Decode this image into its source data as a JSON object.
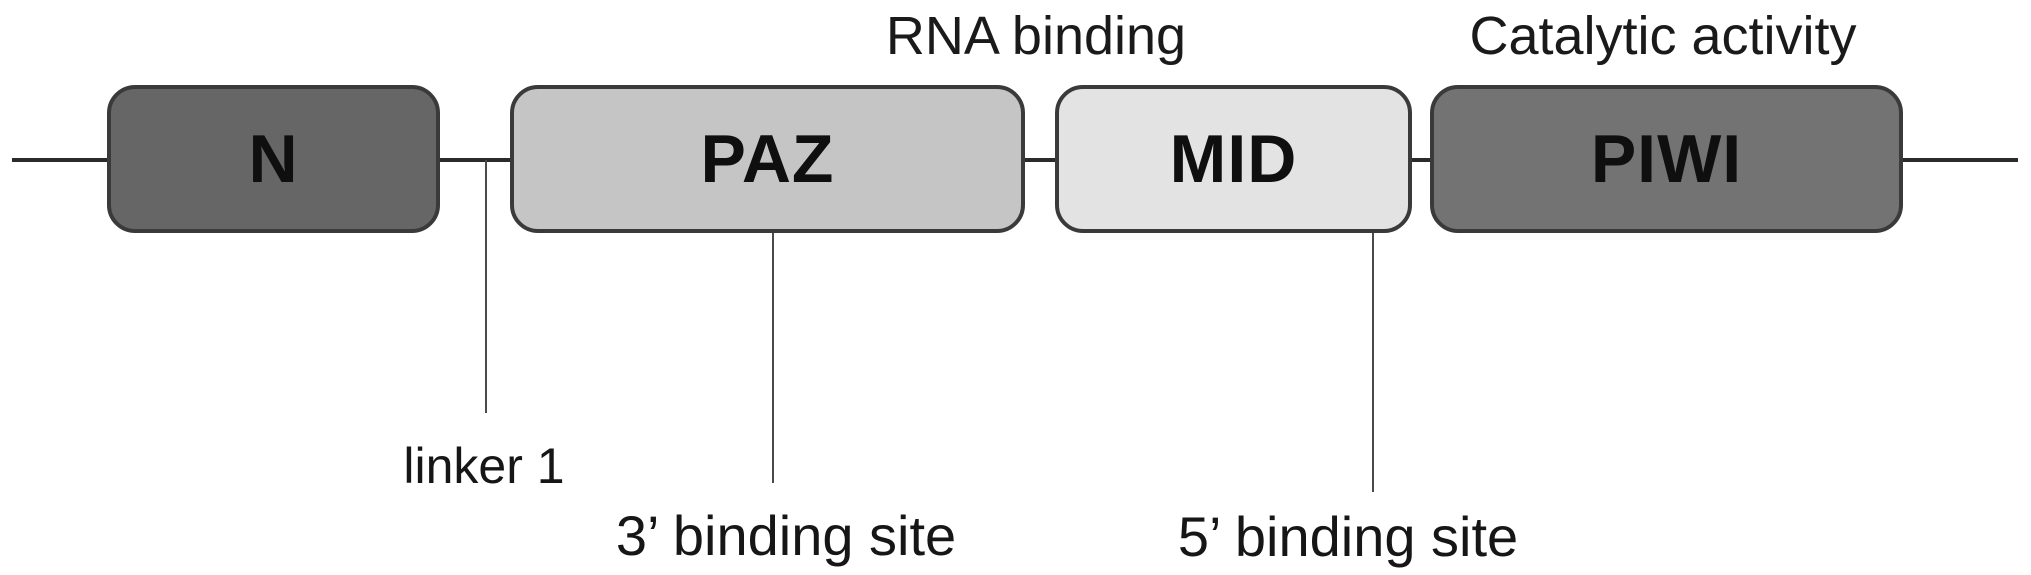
{
  "figure": {
    "background": "#ffffff",
    "backbone_color": "#2b2b2b",
    "box_border_color": "#3a3a3a",
    "text_color": "#111111",
    "annotations_top": [
      {
        "label": "RNA binding"
      },
      {
        "label": "Catalytic activity"
      }
    ],
    "domains": [
      {
        "name": "N",
        "fill": "#666666"
      },
      {
        "name": "PAZ",
        "fill": "#c5c5c5"
      },
      {
        "name": "MID",
        "fill": "#e3e3e3"
      },
      {
        "name": "PIWI",
        "fill": "#737373"
      }
    ],
    "callouts": [
      {
        "label": "linker 1"
      },
      {
        "label": "3’ binding site"
      },
      {
        "label": "5’ binding site"
      }
    ]
  }
}
